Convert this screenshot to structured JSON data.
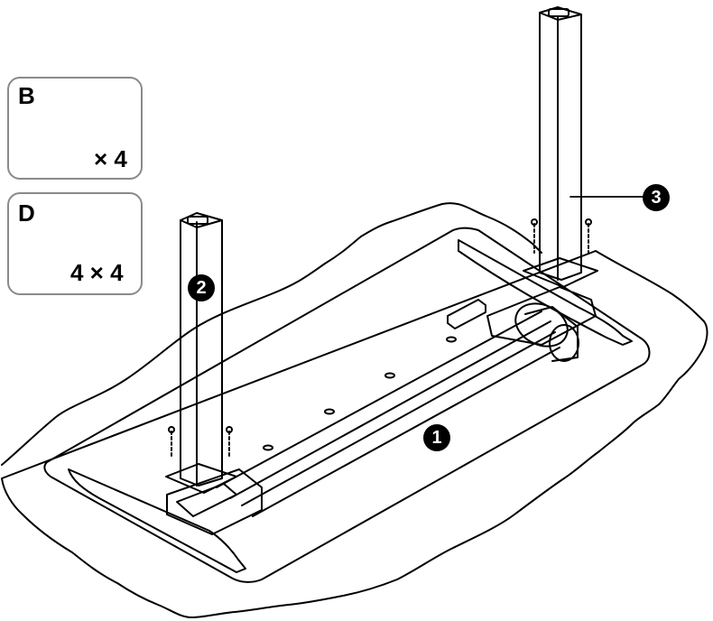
{
  "parts": {
    "bolt": {
      "letter": "B",
      "quantity": "× 4",
      "icon": "hex-socket-bolt-icon"
    },
    "key": {
      "letter": "D",
      "quantity": "4 × 4",
      "icon": "hex-key-icon"
    }
  },
  "callouts": [
    {
      "label": "1",
      "target": "desk-frame-crossbar"
    },
    {
      "label": "2",
      "target": "leg-column-left"
    },
    {
      "label": "3",
      "target": "leg-column-right"
    }
  ],
  "colors": {
    "line": "#000000",
    "panel_border": "#8a8a8a",
    "callout_fill": "#000000",
    "background": "#ffffff"
  }
}
